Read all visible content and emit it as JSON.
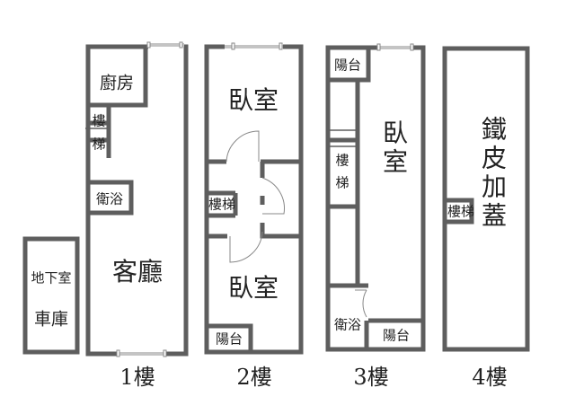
{
  "colors": {
    "wall": "#5e5e5e",
    "window": "#888888"
  },
  "floors": [
    {
      "label": "1樓",
      "rooms": {
        "kitchen": "廚房",
        "stairs_top": "樓",
        "stairs_bottom": "梯",
        "bathroom": "衛浴",
        "living_room": "客廳"
      }
    },
    {
      "label": "2樓",
      "rooms": {
        "bedroom_front": "臥室",
        "stairs": "樓梯",
        "bedroom_back": "臥室",
        "balcony": "陽台"
      }
    },
    {
      "label": "3樓",
      "rooms": {
        "balcony_front": "陽台",
        "stairs_top": "樓",
        "stairs_bottom": "梯",
        "bedroom": "臥室",
        "bathroom": "衛浴",
        "balcony_back": "陽台"
      }
    },
    {
      "label": "4樓",
      "rooms": {
        "rooftop_addition": "鐵皮加蓋",
        "stairs": "樓梯"
      }
    }
  ],
  "basement": {
    "label": "地下室",
    "garage": "車庫"
  }
}
